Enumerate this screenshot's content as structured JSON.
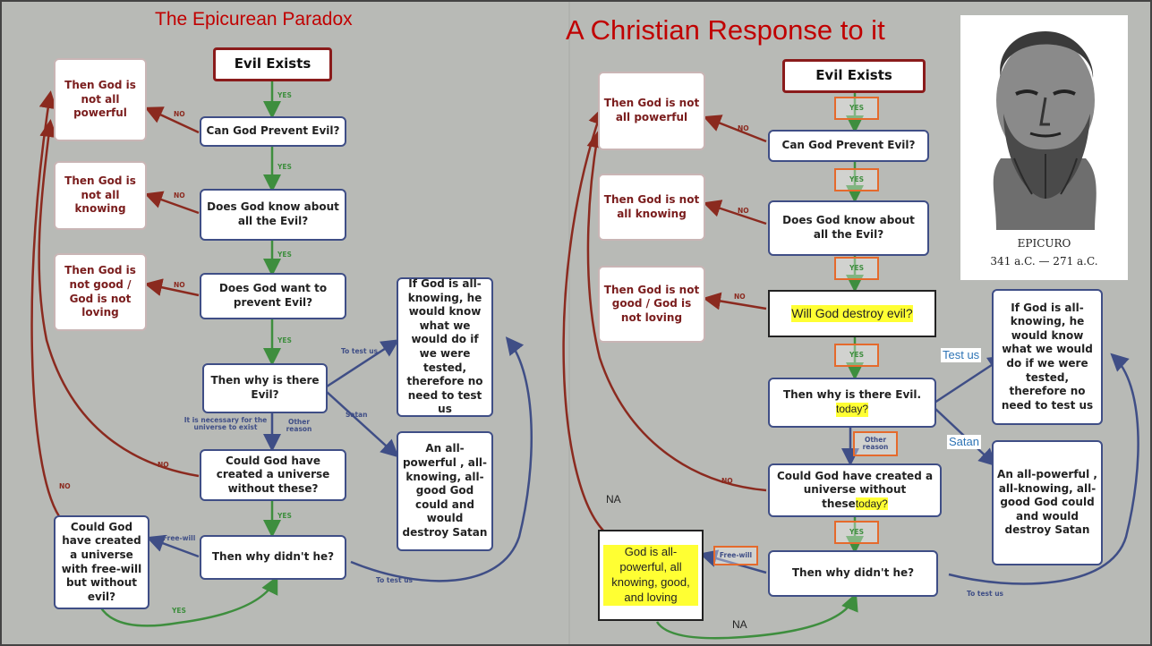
{
  "colors": {
    "canvas": "#b8bab6",
    "yes": "#3e8e3e",
    "no": "#8b2a1f",
    "navy": "#3f4e86",
    "orange": "#e56a2c",
    "title": "#c00000",
    "highlight": "#ffff33"
  },
  "left": {
    "title": "The Epicurean Paradox",
    "start": "Evil Exists",
    "q1": "Can God Prevent Evil?",
    "q2": "Does God know about all the Evil?",
    "q3": "Does God want to prevent Evil?",
    "q4": "Then why is there Evil?",
    "q5": "Could God have created a universe without these?",
    "q6": "Then why didn't he?",
    "n1": "Then God is not all powerful",
    "n2": "Then God is not all knowing",
    "n3": "Then God is not good / God is not loving",
    "freewill_q": "Could God have created a universe with free-will but without evil?",
    "test_box": "If God is all-knowing, he would know what we would do if we were tested, therefore no need to test us",
    "satan_box": "An all-powerful , all-knowing, all-good God could and would destroy Satan",
    "labels": {
      "yes": "YES",
      "no": "NO",
      "to_test": "To test us",
      "satan": "Satan",
      "necessary": "It is necessary for the universe to exist",
      "other": "Other reason",
      "freewill": "Free-will"
    }
  },
  "right": {
    "title": "A Christian Response to it",
    "start": "Evil Exists",
    "q1": "Can God Prevent Evil?",
    "q2": "Does God know about all the Evil?",
    "q3": "Will God destroy evil?",
    "q4a": "Then why is there Evil.",
    "q4b": "today?",
    "q5a": "Could God have created a universe without",
    "q5b": "these",
    "q5c": "today?",
    "q6": "Then why didn't he?",
    "n1": "Then God is not all powerful",
    "n2": "Then God is not all knowing",
    "n3": "Then God is not good / God is not loving",
    "god_box": "God is all-powerful, all knowing, good, and loving",
    "test_box": "If God is all-knowing, he would know what we would do if we were tested, therefore no need to test us",
    "satan_box": "An all-powerful , all-knowing, all-good God could and would destroy Satan",
    "labels": {
      "yes": "YES",
      "no": "NO",
      "to_test": "To test us",
      "other": "Other reason",
      "freewill": "Free-will",
      "na": "NA",
      "test_us": "Test us",
      "satan": "Satan"
    }
  },
  "portrait": {
    "icon": "bust-portrait-icon",
    "name": "EPICURO",
    "dates": "341 a.C. — 271 a.C."
  }
}
